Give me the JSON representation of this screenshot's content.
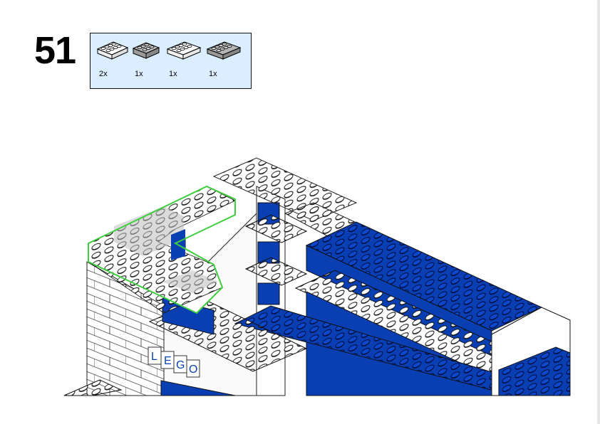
{
  "step": {
    "number": "51"
  },
  "parts_list": [
    {
      "name": "2x4 brick",
      "color": "#ffffff",
      "qty": "2x",
      "icon": "brick-2x4-white-icon"
    },
    {
      "name": "2x3 brick",
      "color": "#a9a9a9",
      "qty": "1x",
      "icon": "brick-2x3-grey-icon"
    },
    {
      "name": "2x4 brick",
      "color": "#f4f4f4",
      "qty": "1x",
      "icon": "brick-2x4-clear-icon"
    },
    {
      "name": "2x4 brick",
      "color": "#9a9a9a",
      "qty": "1x",
      "icon": "brick-2x4-grey-icon"
    }
  ],
  "model": {
    "label_letters": [
      "L",
      "E",
      "G",
      "O"
    ],
    "highlight_color": "#3ecf3e",
    "blue": "#0a3fb4"
  }
}
